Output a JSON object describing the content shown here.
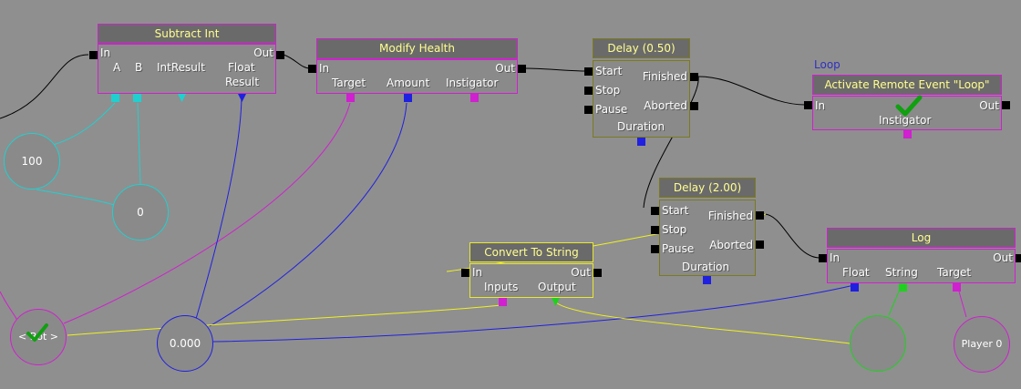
{
  "nodes": {
    "subtract": {
      "title": "Subtract Int",
      "in": "In",
      "out": "Out",
      "a": "A",
      "b": "B",
      "int_result": "IntResult",
      "float": "Float",
      "result": "Result"
    },
    "modify": {
      "title": "Modify Health",
      "in": "In",
      "out": "Out",
      "target": "Target",
      "amount": "Amount",
      "instigator": "Instigator"
    },
    "delay1": {
      "title": "Delay (0.50)",
      "start": "Start",
      "stop": "Stop",
      "pause": "Pause",
      "finished": "Finished",
      "aborted": "Aborted",
      "duration": "Duration"
    },
    "remote": {
      "label": "Loop",
      "title": "Activate Remote Event \"Loop\"",
      "in": "In",
      "out": "Out",
      "instigator": "Instigator"
    },
    "delay2": {
      "title": "Delay (2.00)",
      "start": "Start",
      "stop": "Stop",
      "pause": "Pause",
      "finished": "Finished",
      "aborted": "Aborted",
      "duration": "Duration"
    },
    "convert": {
      "title": "Convert To String",
      "in": "In",
      "out": "Out",
      "inputs": "Inputs",
      "output": "Output"
    },
    "log": {
      "title": "Log",
      "in": "In",
      "out": "Out",
      "float": "Float",
      "string": "String",
      "target": "Target"
    }
  },
  "variables": {
    "v100": "100",
    "v0": "0",
    "bot": "< Bot >",
    "float": "0.000",
    "player": "Player 0"
  },
  "colors": {
    "int": "#20d0d0",
    "float": "#2020e0",
    "object": "#d020d0",
    "string": "#20d020",
    "wire": "#000000",
    "yellow": "#f0f020"
  }
}
